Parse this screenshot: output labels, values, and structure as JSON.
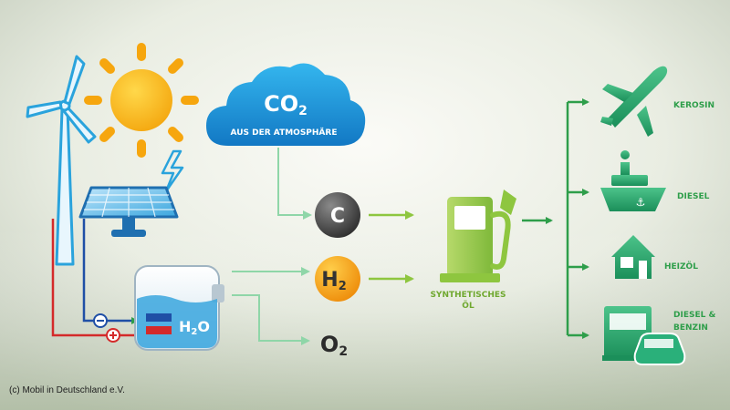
{
  "cloud": {
    "formula_main": "CO",
    "formula_sub": "2",
    "subtitle": "AUS DER ATMOSPHÄRE"
  },
  "nodes": {
    "carbon": "C",
    "hydrogen_main": "H",
    "hydrogen_sub": "2",
    "oxygen_main": "O",
    "oxygen_sub": "2"
  },
  "electrolyser": {
    "formula_main": "H",
    "formula_sub": "2",
    "formula_tail": "O"
  },
  "fuel": {
    "line1": "SYNTHETISCHES",
    "line2": "ÖL"
  },
  "outputs": [
    {
      "label1": "KEROSIN",
      "label2": "",
      "icon": "airplane-icon"
    },
    {
      "label1": "DIESEL",
      "label2": "",
      "icon": "ship-icon"
    },
    {
      "label1": "HEIZÖL",
      "label2": "",
      "icon": "house-icon"
    },
    {
      "label1": "DIESEL &",
      "label2": "BENZIN",
      "icon": "truck-car-icon"
    }
  ],
  "credit": "(c)  Mobil in Deutschland e.V.",
  "colors": {
    "green": "#2e9e4a",
    "cyan": "#23a9df",
    "red": "#d42a2a",
    "yellow": "#f5b800",
    "orange": "#f39a12",
    "lime": "#8ec63f",
    "teal": "#1f9a73"
  }
}
